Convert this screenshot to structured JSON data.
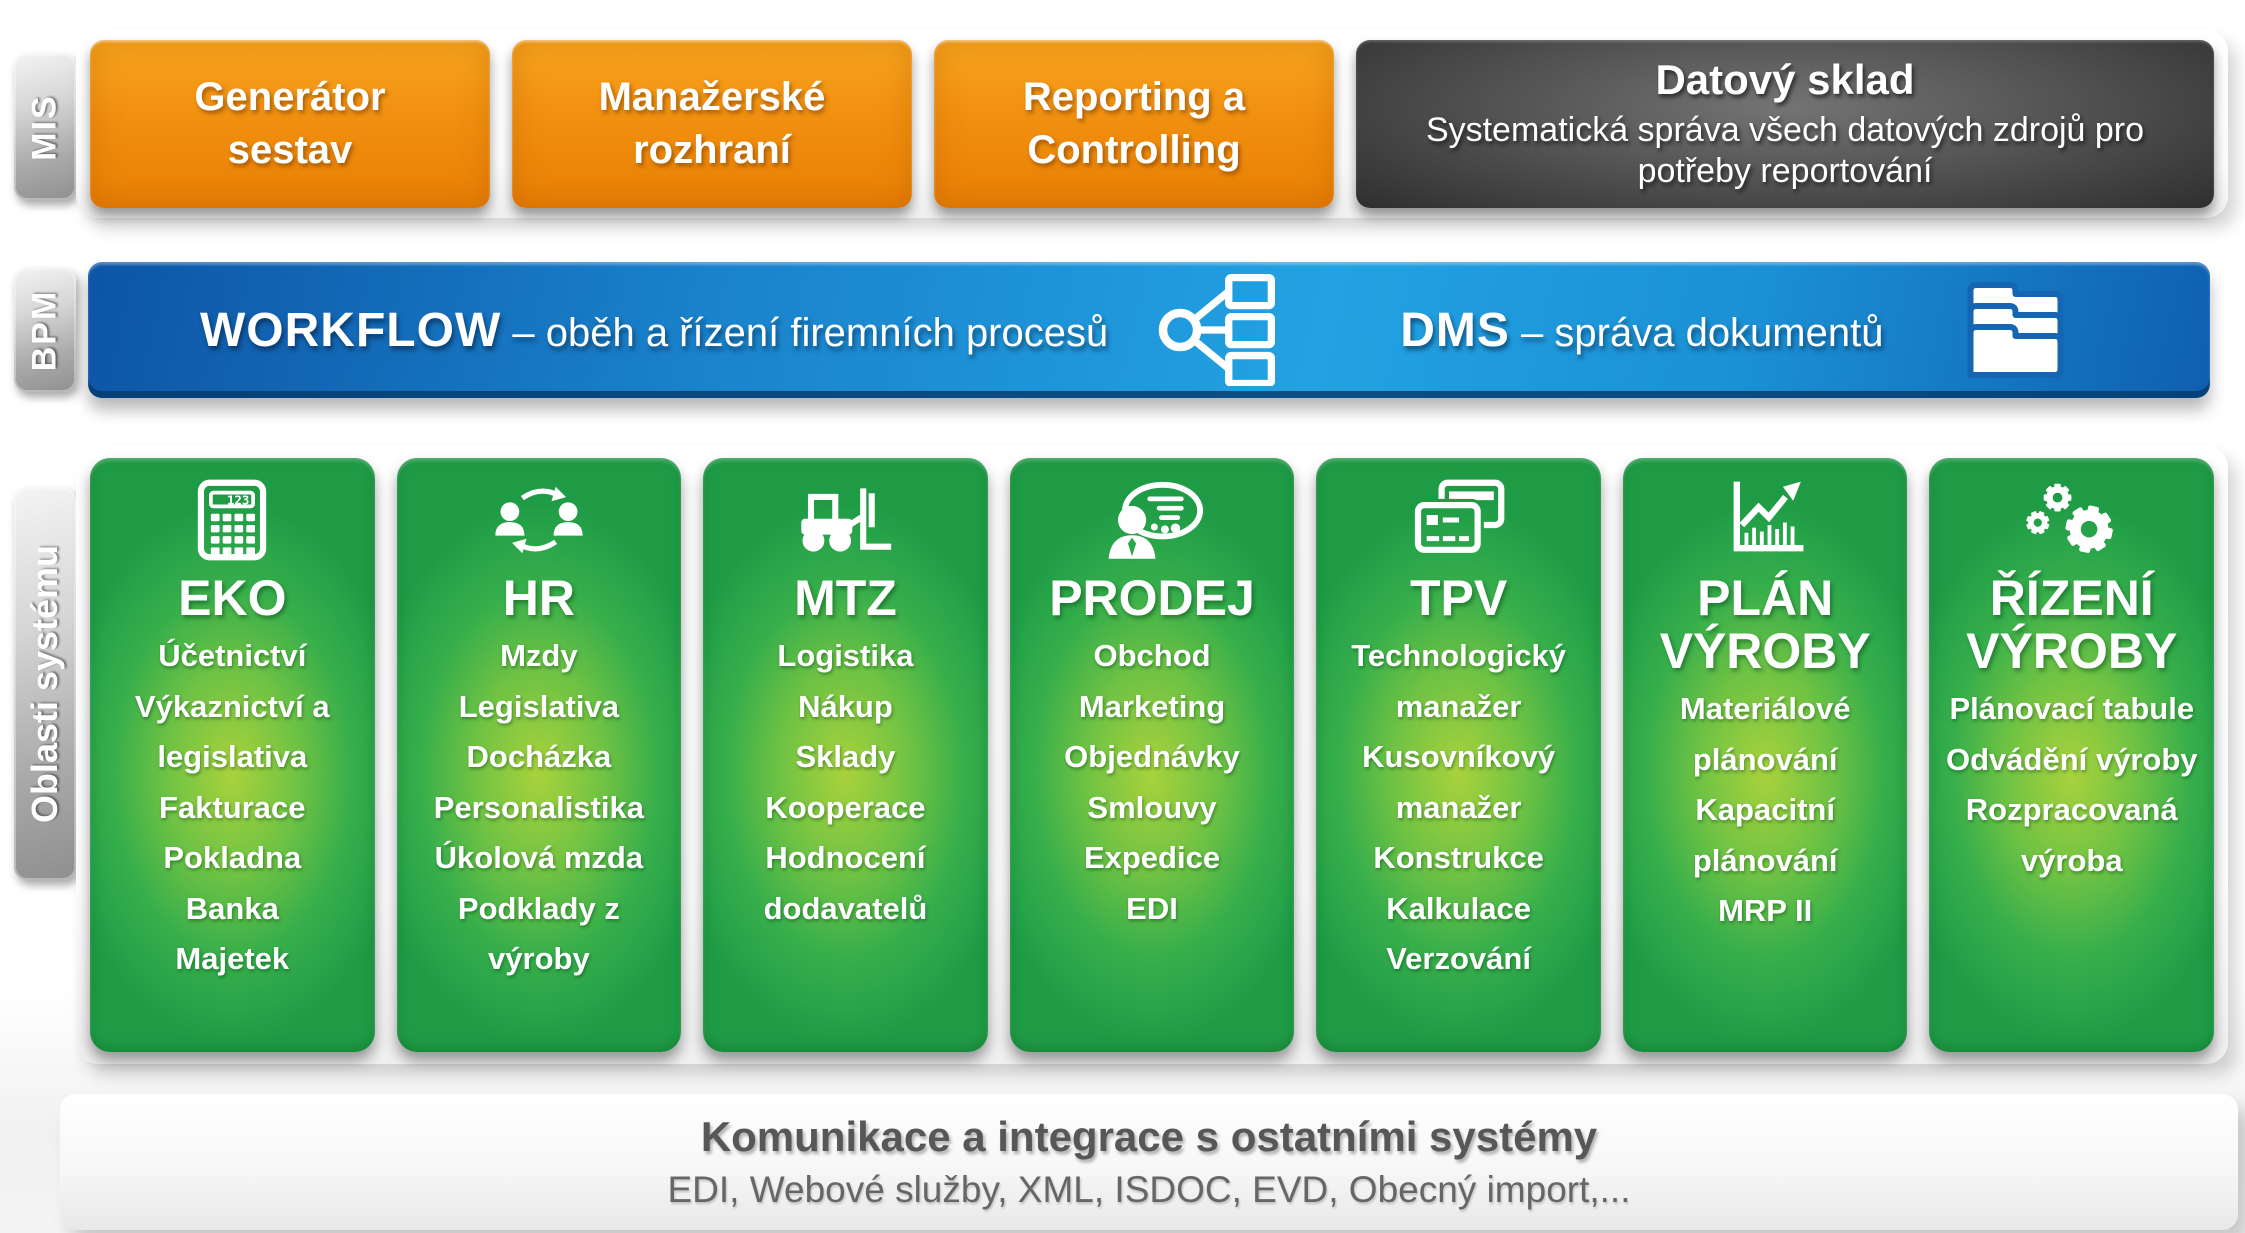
{
  "tabs": {
    "mis": "MIS",
    "bpm": "BPM",
    "areas": "Oblasti systému"
  },
  "mis_row": {
    "boxes": [
      {
        "label": "Generátor sestav"
      },
      {
        "label": "Manažerské rozhraní"
      },
      {
        "label": "Reporting a Controlling"
      }
    ],
    "warehouse": {
      "title": "Datový sklad",
      "subtitle": "Systematická správa všech datových zdrojů pro potřeby reportování"
    }
  },
  "bpm_row": {
    "workflow_title": "WORKFLOW",
    "workflow_desc": " – oběh a řízení firemních procesů",
    "workflow_icon": "flowchart-icon",
    "dms_title": "DMS",
    "dms_desc": " – správa dokumentů",
    "dms_icon": "folders-icon"
  },
  "areas": [
    {
      "title": "EKO",
      "icon": "calculator-icon",
      "items": [
        "Účetnictví",
        "Výkaznictví a legislativa",
        "Fakturace",
        "Pokladna",
        "Banka",
        "Majetek"
      ]
    },
    {
      "title": "HR",
      "icon": "people-sync-icon",
      "items": [
        "Mzdy",
        "Legislativa",
        "Docházka",
        "Personalistika",
        "Úkolová mzda",
        "Podklady z výroby"
      ]
    },
    {
      "title": "MTZ",
      "icon": "forklift-icon",
      "items": [
        "Logistika",
        "Nákup",
        "Sklady",
        "Kooperace",
        "Hodnocení dodavatelů"
      ]
    },
    {
      "title": "PRODEJ",
      "icon": "salesperson-icon",
      "items": [
        "Obchod",
        "Marketing",
        "Objednávky",
        "Smlouvy",
        "Expedice",
        "EDI"
      ]
    },
    {
      "title": "TPV",
      "icon": "cards-icon",
      "items": [
        "Technologický manažer",
        "Kusovníkový manažer",
        "Konstrukce",
        "Kalkulace",
        "Verzování"
      ]
    },
    {
      "title": "PLÁN VÝROBY",
      "icon": "growth-chart-icon",
      "items": [
        "Materiálové plánování",
        "Kapacitní plánování",
        "MRP II"
      ]
    },
    {
      "title": "ŘÍZENÍ VÝROBY",
      "icon": "gears-icon",
      "items": [
        "Plánovací tabule",
        "Odvádění výroby",
        "Rozpracovaná výroba"
      ]
    }
  ],
  "integration_bar": {
    "title": "Komunikace a integrace s ostatními systémy",
    "subtitle": "EDI, Webové služby, XML, ISDOC, EVD, Obecný import,..."
  },
  "colors": {
    "orange": "#F0900A",
    "dark_box": "#1A1A1A",
    "blue": "#1B93D6",
    "green": "#2FAB4B",
    "tab_gray": "#A6A6A6",
    "text_gray": "#575757"
  }
}
